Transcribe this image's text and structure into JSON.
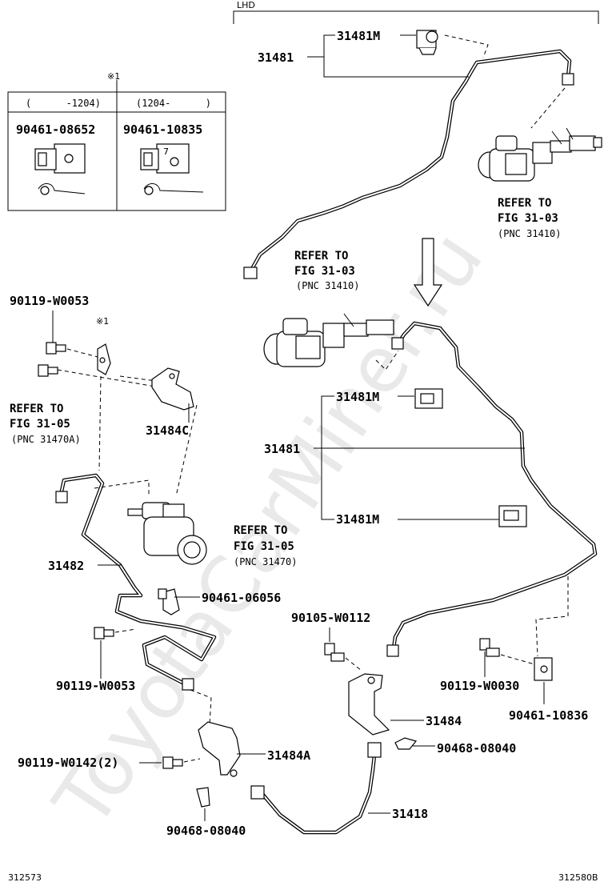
{
  "watermark": "ToyotaCarMiner.ru",
  "variant_label": "LHD",
  "footer": {
    "left_code": "312573",
    "right_code": "312580B"
  },
  "inset_table": {
    "note_mark": "※1",
    "col1_header": "(      -1204)",
    "col2_header": "(1204-      )",
    "col1_part": "90461-08652",
    "col2_part": "90461-10835",
    "col2_marking": "7"
  },
  "labels": {
    "p31481_top": "31481",
    "p31481m_top": "31481M",
    "refer_top_right": [
      "REFER TO",
      "FIG 31-03",
      "(PNC 31410)"
    ],
    "refer_mid": [
      "REFER TO",
      "FIG 31-03",
      "(PNC 31410)"
    ],
    "p31481m_mid1": "31481M",
    "p31481_mid": "31481",
    "p31481m_mid2": "31481M",
    "p90119_w0053_top": "90119-W0053",
    "note_mark_bracket": "※1",
    "refer_left": [
      "REFER TO",
      "FIG 31-05",
      "(PNC 31470A)"
    ],
    "p31484c": "31484C",
    "refer_slave": [
      "REFER TO",
      "FIG 31-05",
      "(PNC 31470)"
    ],
    "p31482": "31482",
    "p90461_06056": "90461-06056",
    "p90105_w0112": "90105-W0112",
    "p90119_w0053_bottom": "90119-W0053",
    "p90119_w0030": "90119-W0030",
    "p90461_10836": "90461-10836",
    "p31484": "31484",
    "p90119_w0142": "90119-W0142(2)",
    "p31484a": "31484A",
    "p90468_08040_right": "90468-08040",
    "p31418": "31418",
    "p90468_08040_bottom": "90468-08040"
  }
}
